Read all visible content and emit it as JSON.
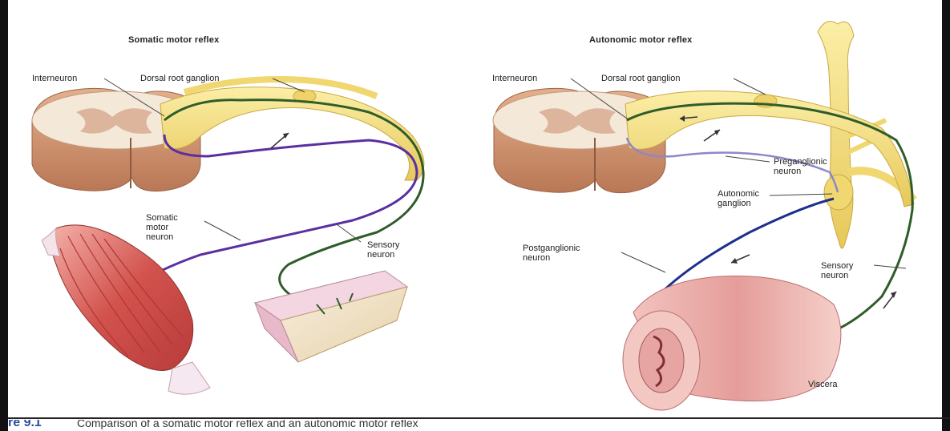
{
  "left_panel": {
    "title": "Somatic motor reflex",
    "labels": {
      "interneuron": "Interneuron",
      "dorsal_root_ganglion": "Dorsal root ganglion",
      "somatic_motor_neuron": "Somatic\nmotor\nneuron",
      "sensory_neuron": "Sensory\nneuron"
    }
  },
  "right_panel": {
    "title": "Autonomic motor reflex",
    "labels": {
      "interneuron": "Interneuron",
      "dorsal_root_ganglion": "Dorsal root ganglion",
      "preganglionic_neuron": "Preganglionic\nneuron",
      "autonomic_ganglion": "Autonomic\nganglion",
      "postganglionic_neuron": "Postganglionic\nneuron",
      "sensory_neuron": "Sensory\nneuron",
      "viscera": "Viscera"
    }
  },
  "caption": {
    "figure_number": "re 9.1",
    "text": "Comparison of a somatic motor reflex and an autonomic motor reflex"
  },
  "colors": {
    "nerve_yellow": "#f2df7a",
    "motor_purple": "#5a2fa0",
    "sensory_green": "#2f5d2a",
    "post_blue": "#1f2f8c",
    "cord_tan": "#d9a07a",
    "muscle_red": "#d8605a",
    "gut_pink": "#e9a7a6",
    "caption_blue": "#2a4f9a"
  }
}
